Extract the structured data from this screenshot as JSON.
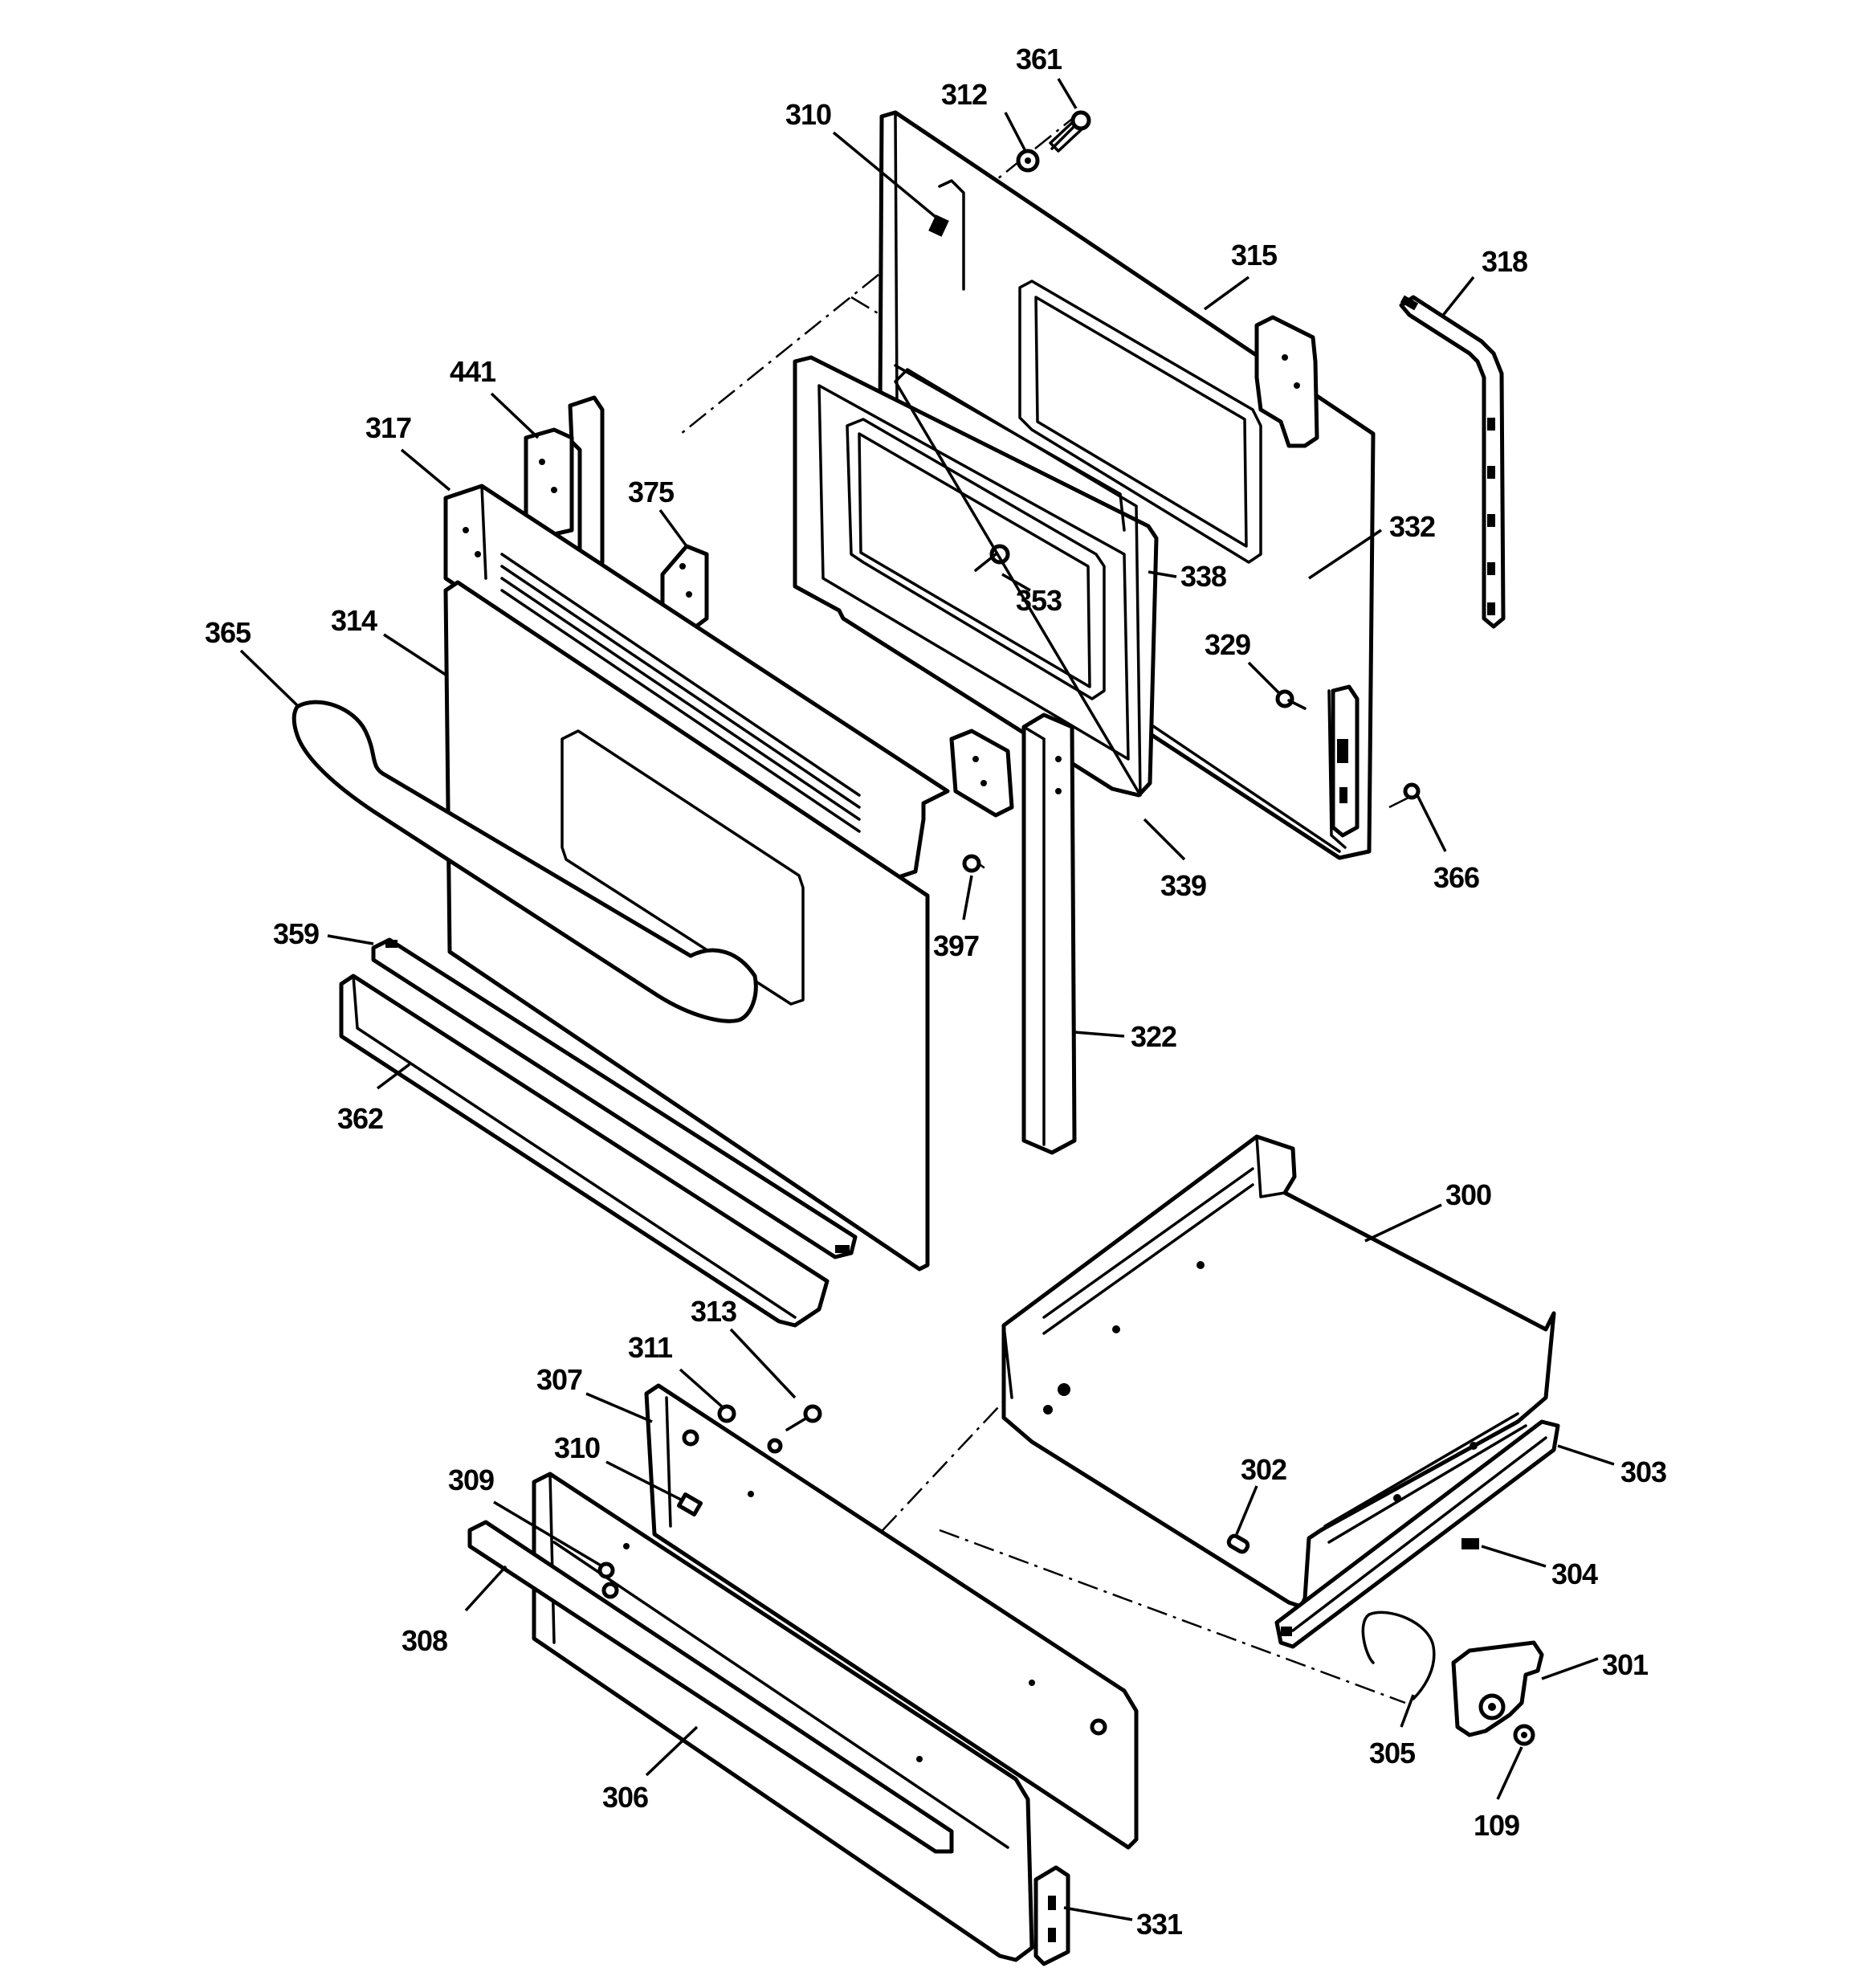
{
  "callouts": {
    "c361": "361",
    "c312": "312",
    "c310_top": "310",
    "c315": "315",
    "c318": "318",
    "c441": "441",
    "c317": "317",
    "c375": "375",
    "c332": "332",
    "c338": "338",
    "c353": "353",
    "c365": "365",
    "c314": "314",
    "c329": "329",
    "c339": "339",
    "c366": "366",
    "c397": "397",
    "c359": "359",
    "c322": "322",
    "c362": "362",
    "c300": "300",
    "c313": "313",
    "c311": "311",
    "c307": "307",
    "c310_bottom": "310",
    "c309": "309",
    "c302": "302",
    "c303": "303",
    "c304": "304",
    "c308": "308",
    "c301": "301",
    "c305": "305",
    "c306": "306",
    "c109": "109",
    "c331": "331"
  }
}
